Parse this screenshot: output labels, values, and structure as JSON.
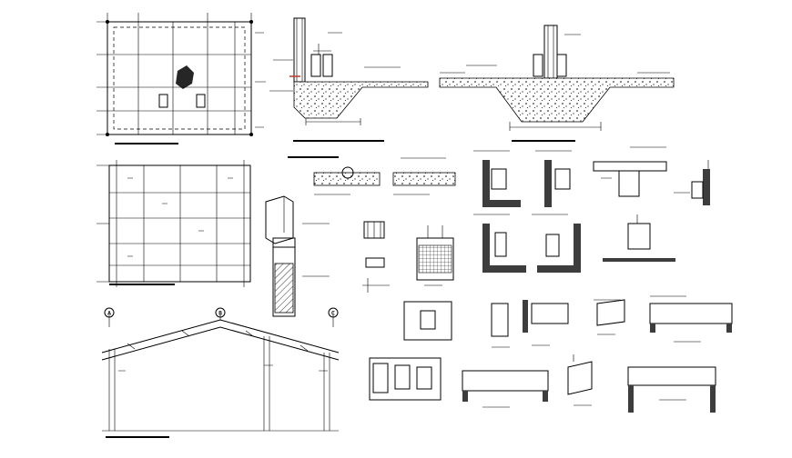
{
  "drawing": {
    "background": "#ffffff",
    "line_color": "#000000",
    "highlight_color": "#c0392b"
  },
  "grid_markers": {
    "axis_a": "A",
    "axis_b": "B",
    "axis_c": "C"
  }
}
